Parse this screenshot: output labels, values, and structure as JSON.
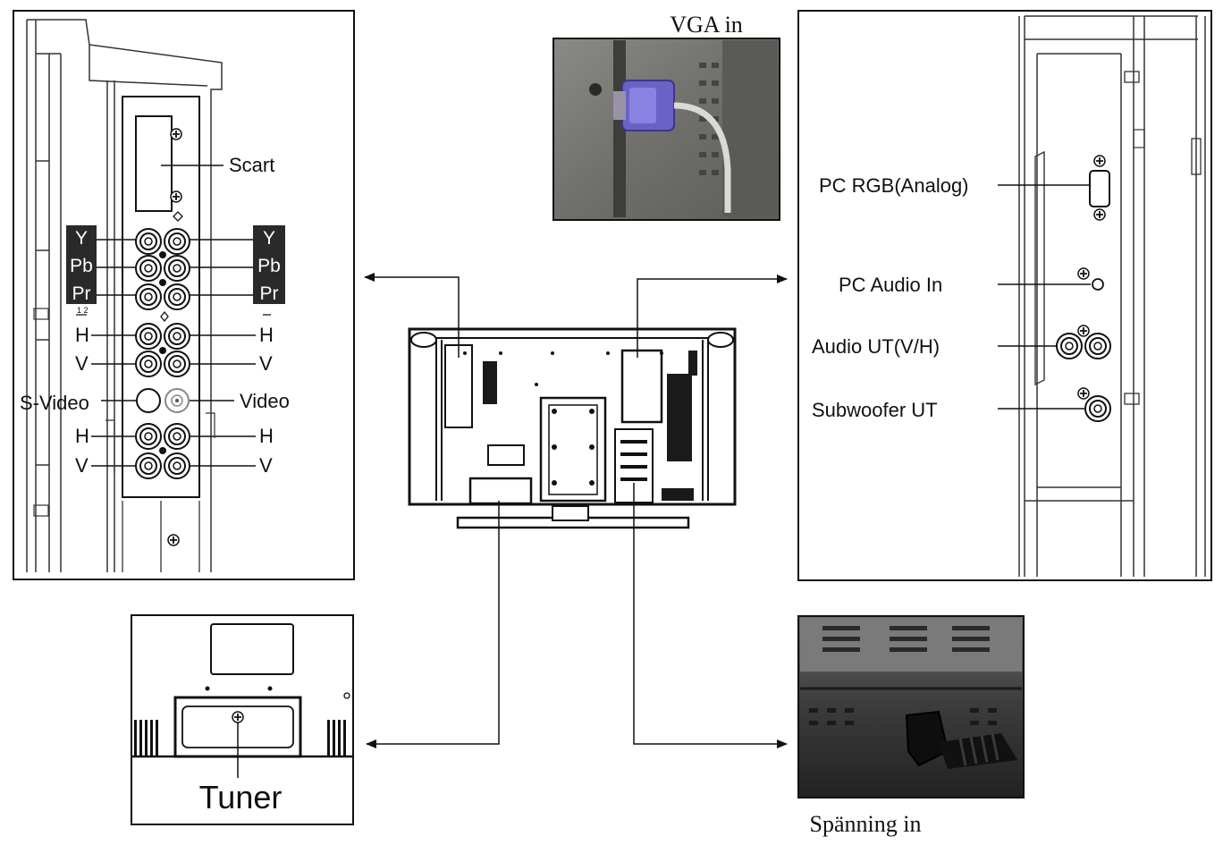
{
  "left_panel": {
    "scart_label": "Scart",
    "tags_left": [
      "Y",
      "Pb",
      "Pr"
    ],
    "tags_right": [
      "Y",
      "Pb",
      "Pr"
    ],
    "small_mark": "1 2",
    "group2_left": [
      "H",
      "V"
    ],
    "group2_right": [
      "H",
      "V"
    ],
    "svideo_label": "S-Video",
    "video_label": "Video",
    "group3_left": [
      "H",
      "V"
    ],
    "group3_right": [
      "H",
      "V"
    ]
  },
  "vga_photo": {
    "caption": "VGA in"
  },
  "right_panel": {
    "labels": [
      "PC RGB(Analog)",
      "PC Audio In",
      "Audio UT(V/H)",
      "Subwoofer UT"
    ]
  },
  "tuner_panel": {
    "label": "Tuner"
  },
  "power_photo": {
    "caption": "Spänning in"
  }
}
